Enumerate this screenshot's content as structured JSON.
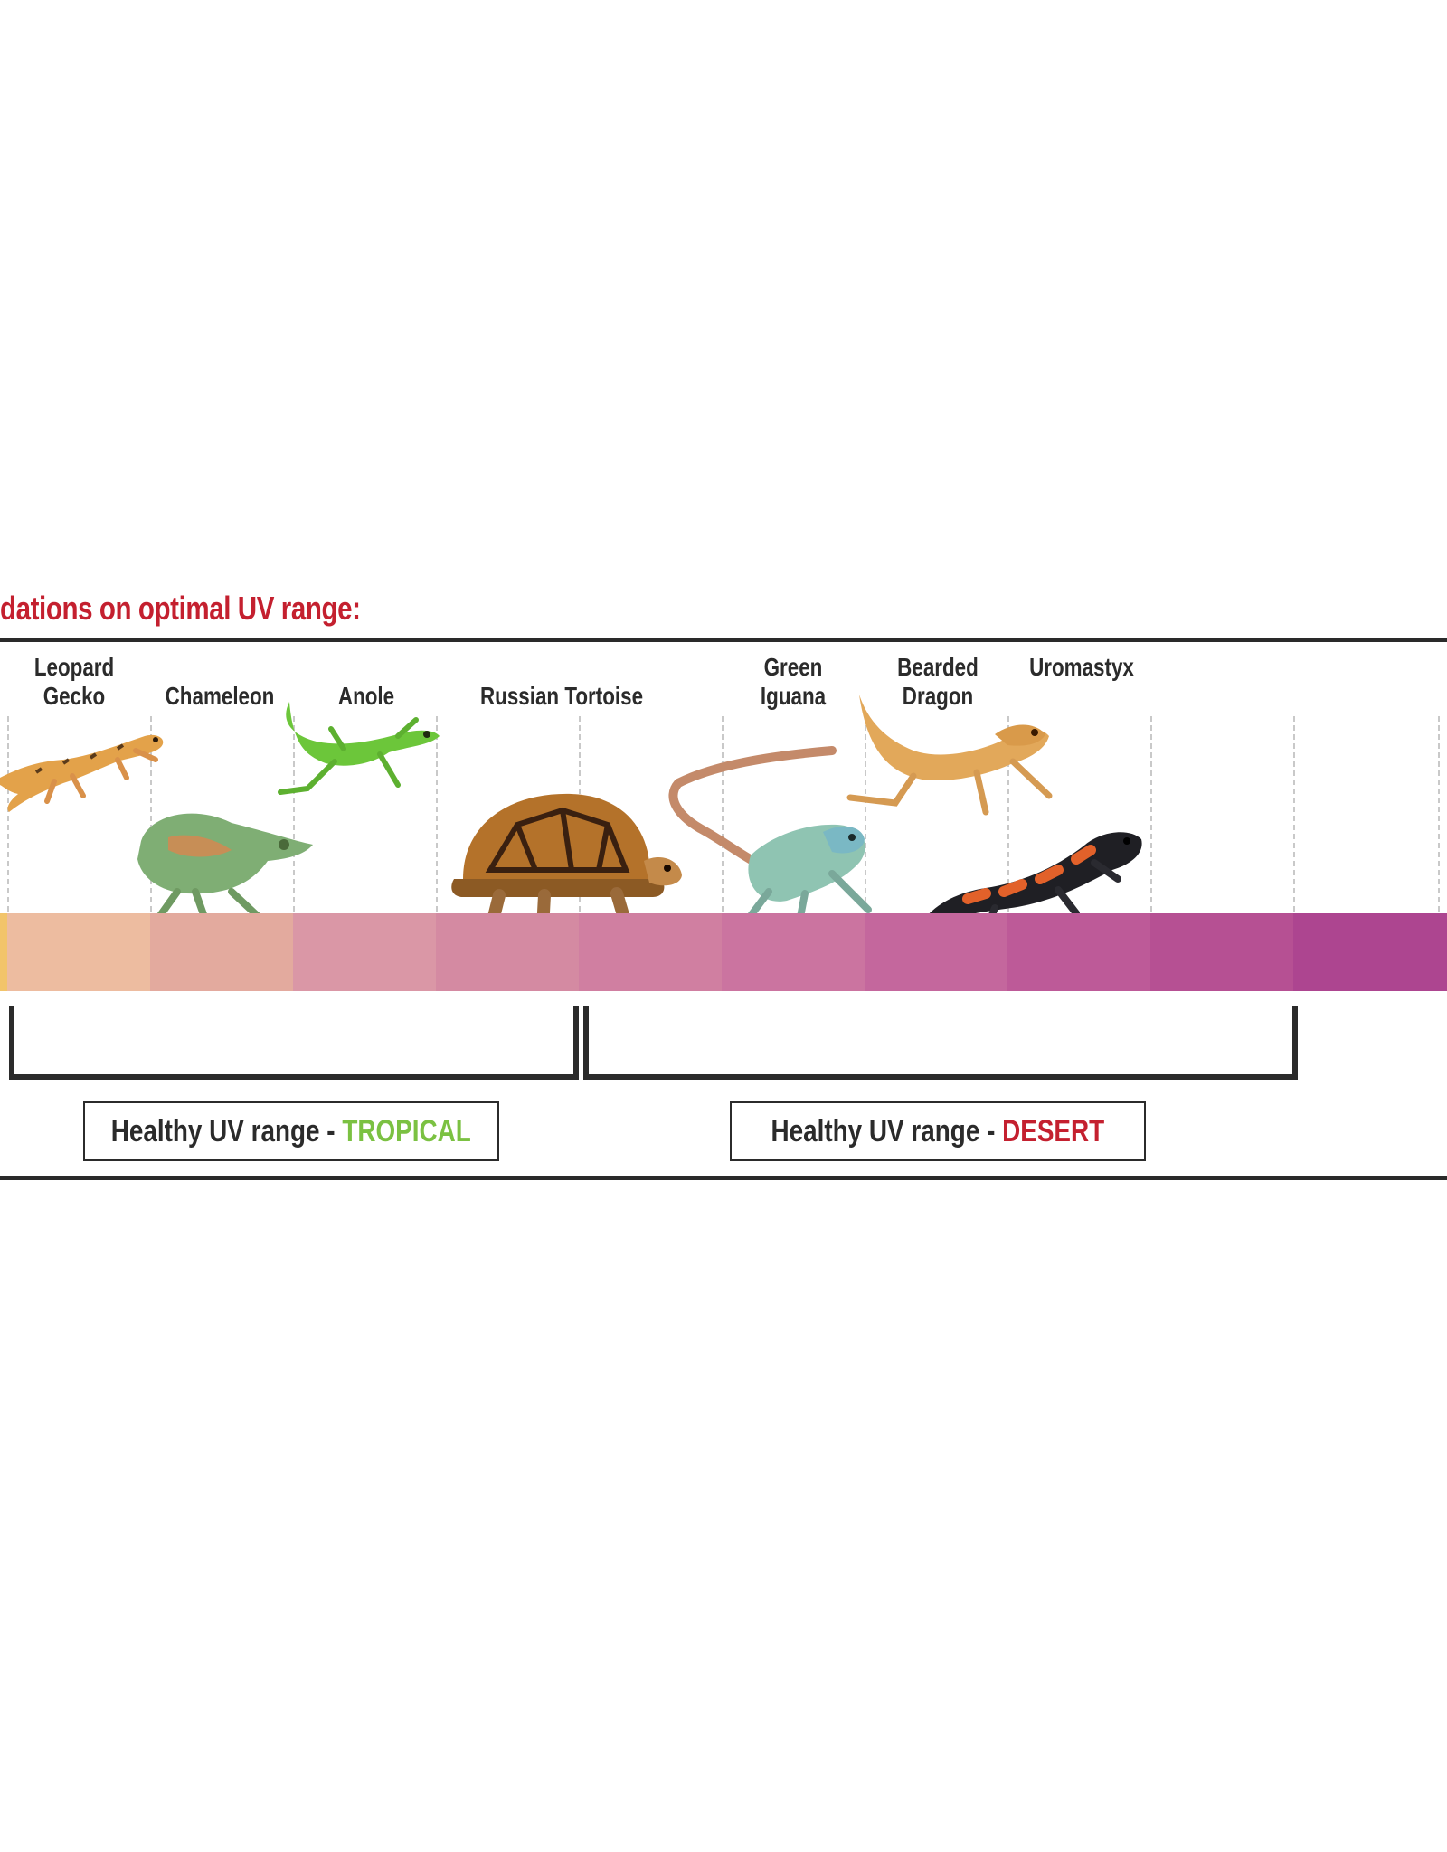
{
  "heading": {
    "text": "dations on optimal UV range:",
    "color": "#c4202f"
  },
  "animals": [
    {
      "name": "Leopard\nGecko",
      "icon": "leopard-gecko-icon"
    },
    {
      "name": "Chameleon",
      "icon": "chameleon-icon"
    },
    {
      "name": "Anole",
      "icon": "anole-icon"
    },
    {
      "name": "Russian Tortoise",
      "icon": "russian-tortoise-icon"
    },
    {
      "name": "Green\nIguana",
      "icon": "green-iguana-icon"
    },
    {
      "name": "Bearded\nDragon",
      "icon": "bearded-dragon-icon"
    },
    {
      "name": "Uromastyx",
      "icon": "uromastyx-icon"
    }
  ],
  "uv_band_colors": [
    "#f2c46a",
    "#edbca0",
    "#e3aa9e",
    "#da97a6",
    "#d48aa2",
    "#d07fa1",
    "#cb74a0",
    "#c4679d",
    "#bd5a98",
    "#b65093",
    "#ad4590"
  ],
  "ranges": [
    {
      "prefix": "Healthy UV range - ",
      "highlight": "TROPICAL",
      "highlight_color": "#7bc142"
    },
    {
      "prefix": "Healthy UV range - ",
      "highlight": "DESERT",
      "highlight_color": "#c4202f"
    }
  ]
}
